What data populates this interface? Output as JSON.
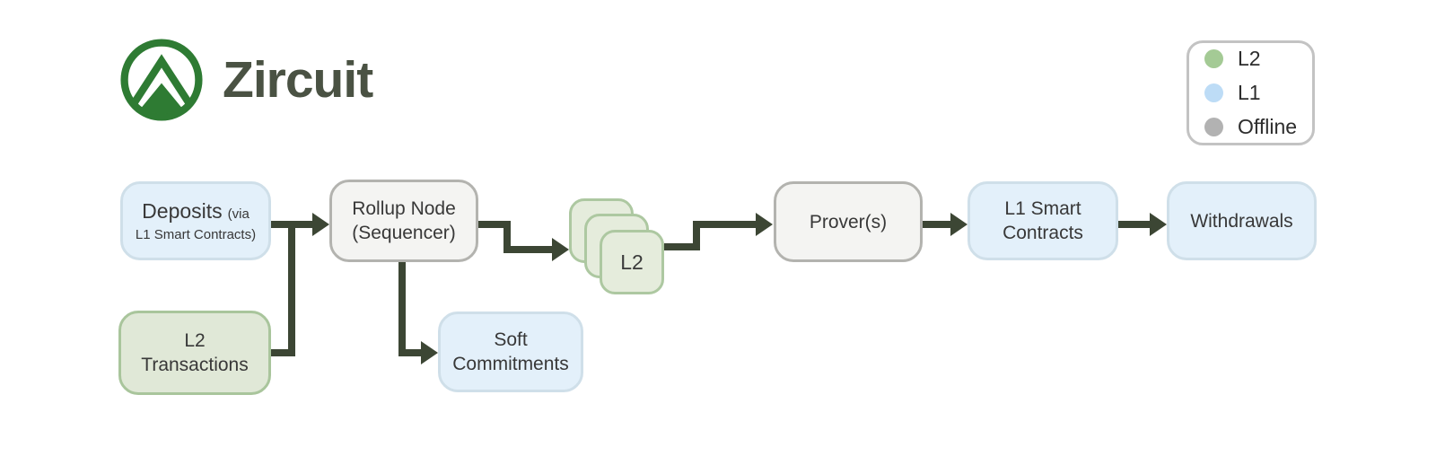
{
  "brand": {
    "name": "Zircuit",
    "logo_icon": "zircuit-mountain-logo"
  },
  "legend": {
    "items": [
      {
        "label": "L2",
        "color": "#a4ca95"
      },
      {
        "label": "L1",
        "color": "#bddcf6"
      },
      {
        "label": "Offline",
        "color": "#b2b2b2"
      }
    ]
  },
  "nodes": {
    "deposits": {
      "title": "Deposits",
      "suffix": "(via",
      "subtitle": "L1 Smart Contracts)",
      "layer": "L1"
    },
    "l2_transactions": {
      "line1": "L2",
      "line2": "Transactions",
      "layer": "L2"
    },
    "rollup_node": {
      "line1": "Rollup Node",
      "line2": "(Sequencer)",
      "layer": "Offline"
    },
    "soft_commitments": {
      "line1": "Soft",
      "line2": "Commitments",
      "layer": "L1"
    },
    "l2_blocks": {
      "label": "L2",
      "layer": "L2"
    },
    "provers": {
      "label": "Prover(s)",
      "layer": "Offline"
    },
    "l1_smart_contracts": {
      "line1": "L1 Smart",
      "line2": "Contracts",
      "layer": "L1"
    },
    "withdrawals": {
      "label": "Withdrawals",
      "layer": "L1"
    }
  },
  "colors": {
    "l2_fill": "#e0e8d7",
    "l2_border": "#a9c59c",
    "l1_fill": "#e3f0fa",
    "l1_border": "#cfdfe9",
    "offline_fill": "#f4f4f2",
    "offline_border": "#b3b3af",
    "arrow": "#3c4634",
    "logo_green": "#2e7b33",
    "wordmark": "#4a5243"
  }
}
